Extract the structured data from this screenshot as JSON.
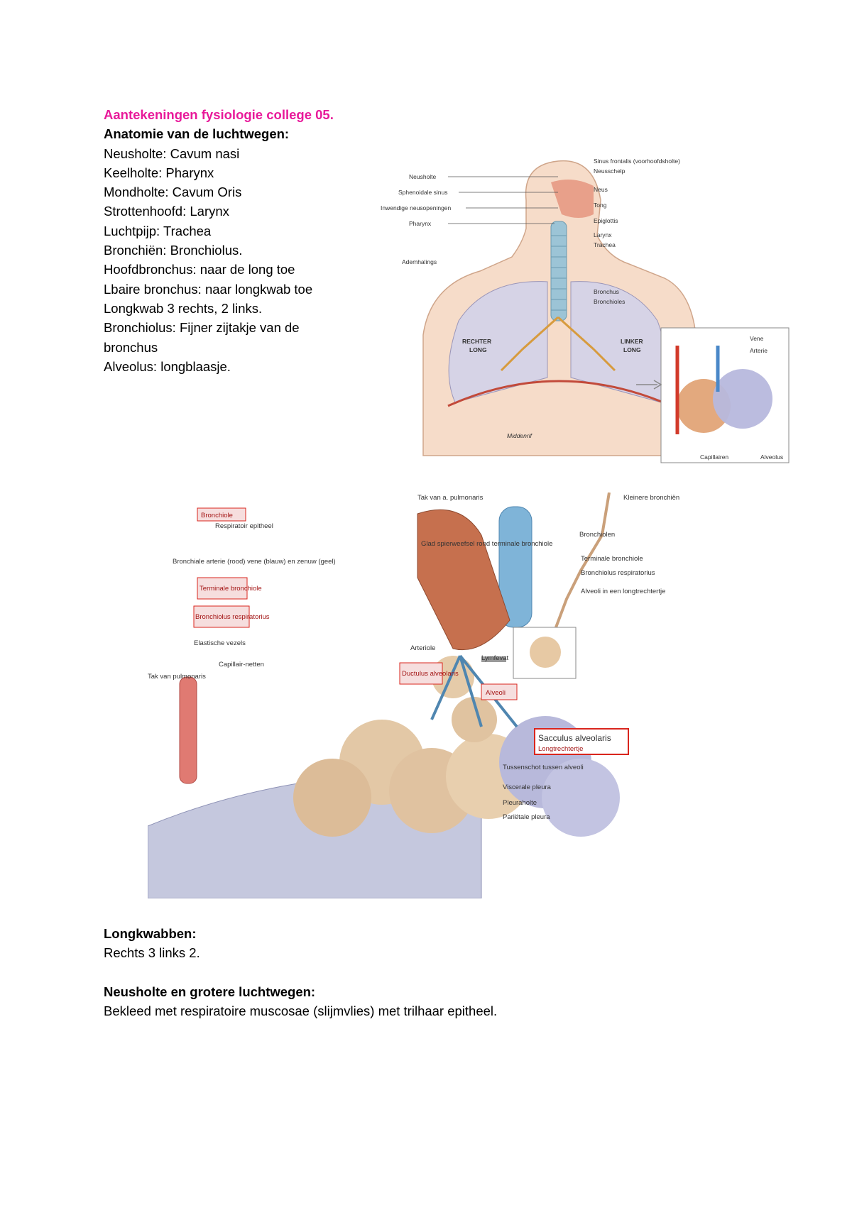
{
  "notes": {
    "title": "Aantekeningen fysiologie college 05.",
    "heading": "Anatomie van de luchtwegen:",
    "lines": [
      "Neusholte: Cavum nasi",
      "Keelholte: Pharynx",
      "Mondholte: Cavum Oris",
      "Strottenhoofd: Larynx",
      "Luchtpijp: Trachea",
      "Bronchiën: Bronchiolus.",
      "Hoofdbronchus: naar de long toe",
      "Lbaire bronchus: naar longkwab toe",
      "Longkwab 3 rechts, 2 links.",
      "Bronchiolus: Fijner zijtakje van de bronchus",
      "Alveolus: longblaasje."
    ]
  },
  "figure1": {
    "labels_left": [
      "Neusholte",
      "Sphenoidale sinus",
      "Inwendige neusopeningen",
      "Pharynx",
      "Ademhalings"
    ],
    "labels_right": [
      "Sinus frontalis (voorhoofdsholte)",
      "Neusschelp",
      "Neus",
      "Tong",
      "Epiglottis",
      "Larynx",
      "Trachea",
      "Bronchus",
      "Bronchioles"
    ],
    "lung_right": [
      "RECHTER",
      "LONG"
    ],
    "lung_left": [
      "LINKER",
      "LONG"
    ],
    "diaphragm": "Middenrif",
    "inset_labels": [
      "Vene",
      "Arterie",
      "Capillairen",
      "Alveolus"
    ]
  },
  "figure2": {
    "labels": [
      "Respiratoir epitheel",
      "Bronchiale arterie (rood) vene (blauw) en zenuw (geel)",
      "Elastische vezels",
      "Capillair-netten",
      "Tak van pulmonaris",
      "Tak van a. pulmonaris",
      "Glad spierweefsel rond terminale bronchiole",
      "Arteriole",
      "Lymfevat",
      "Kleinere bronchiën",
      "Bronchiolen",
      "Terminale bronchiole",
      "Bronchiolus respiratorius",
      "Alveoli in een longtrechtertje",
      "Tussenschot tussen alveoli",
      "Viscerale pleura",
      "Pleuraholte",
      "Pariëtale pleura"
    ],
    "boxed_labels": [
      "Bronchiole",
      "Terminale bronchiole",
      "Bronchiolus respiratorius",
      "Ductulus alveolaris",
      "Alveoli"
    ],
    "sacculus": [
      "Sacculus alveolaris",
      "Longtrechtertje"
    ]
  },
  "bottom": {
    "h1": "Longkwabben:",
    "p1": "Rechts 3 links 2.",
    "h2": "Neusholte en grotere luchtwegen:",
    "p2": "Bekleed met respiratoire muscosae (slijmvlies) met trilhaar epitheel."
  },
  "colors": {
    "title": "#e8199a",
    "boxed_label": "#a31515",
    "box_border": "#d9251d"
  }
}
